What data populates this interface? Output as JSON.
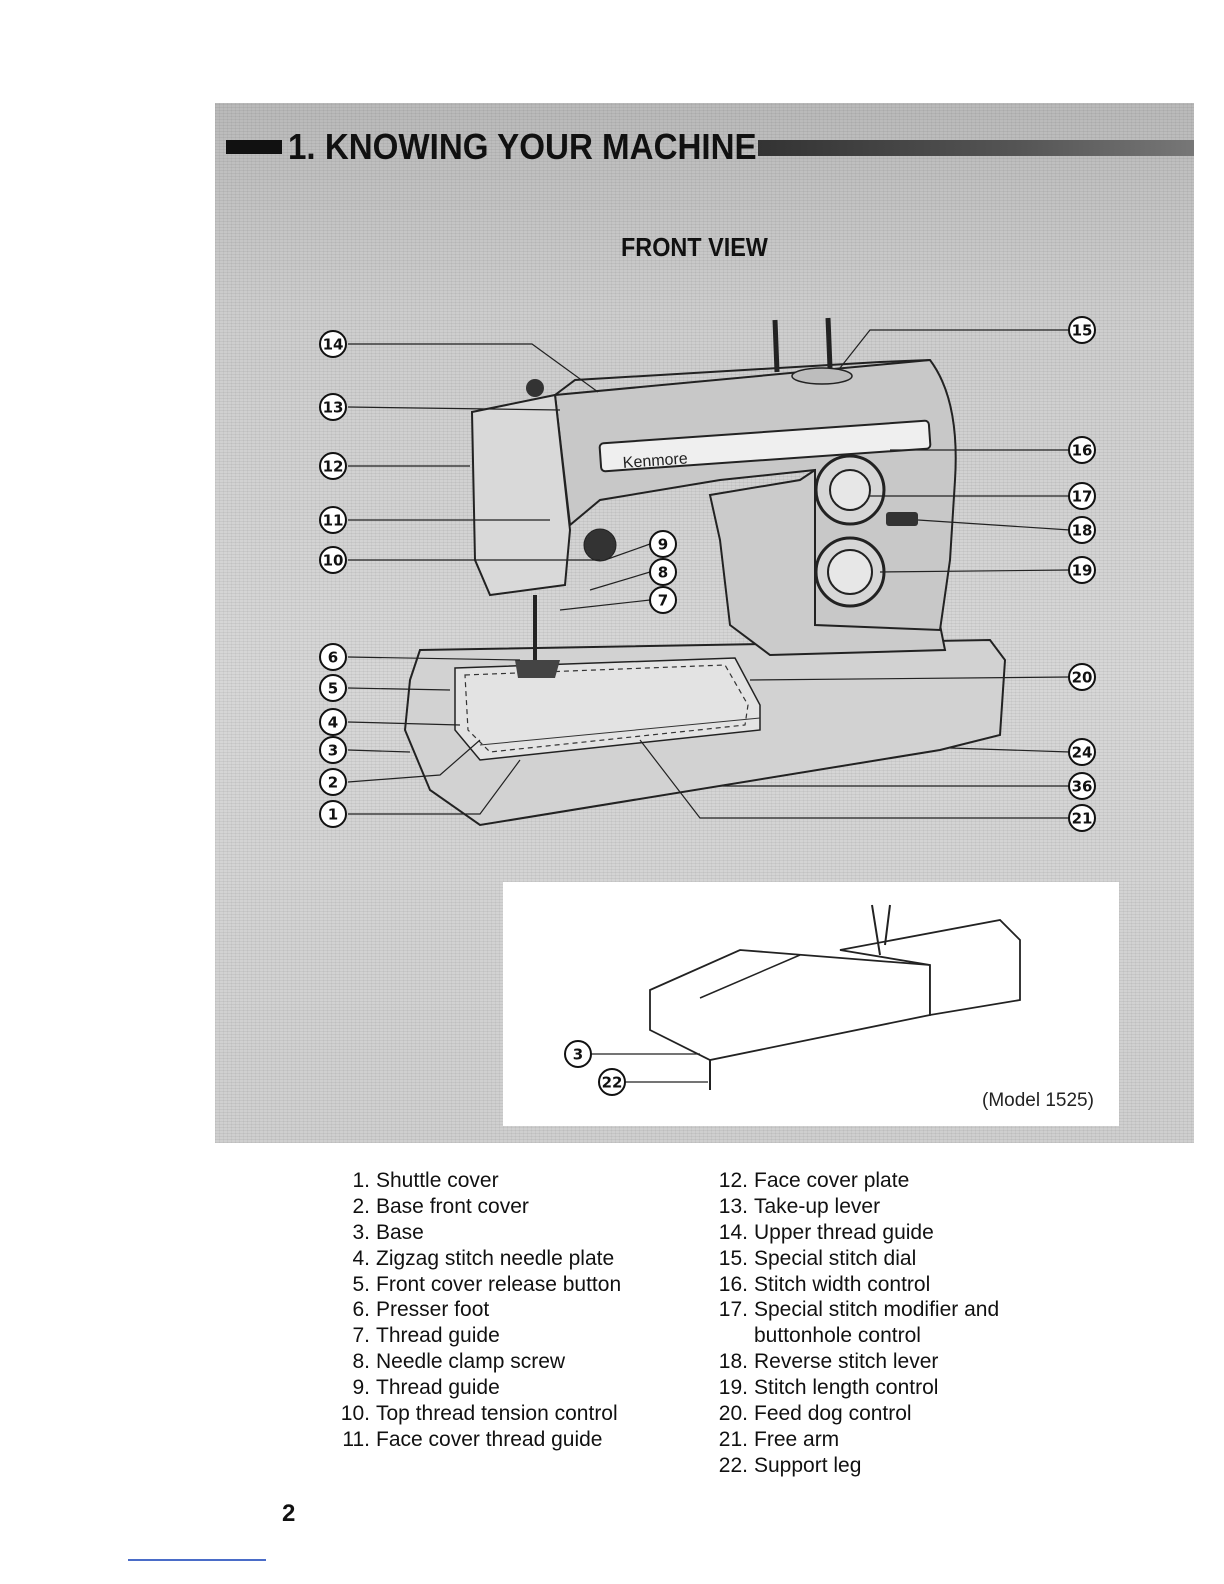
{
  "page_title": "1. KNOWING YOUR MACHINE",
  "section_title": "FRONT VIEW",
  "brand_label": "Kenmore",
  "model_note": "(Model 1525)",
  "callouts": [
    "14",
    "13",
    "12",
    "11",
    "10",
    "9",
    "8",
    "7",
    "6",
    "5",
    "4",
    "3",
    "2",
    "1",
    "15",
    "16",
    "17",
    "18",
    "19",
    "20",
    "24",
    "36",
    "21",
    "3",
    "22"
  ],
  "parts_left": [
    {
      "num": "1.",
      "label": "Shuttle cover"
    },
    {
      "num": "2.",
      "label": "Base front cover"
    },
    {
      "num": "3.",
      "label": "Base"
    },
    {
      "num": "4.",
      "label": "Zigzag stitch needle plate"
    },
    {
      "num": "5.",
      "label": "Front cover release button"
    },
    {
      "num": "6.",
      "label": "Presser foot"
    },
    {
      "num": "7.",
      "label": "Thread guide"
    },
    {
      "num": "8.",
      "label": "Needle clamp screw"
    },
    {
      "num": "9.",
      "label": "Thread guide"
    },
    {
      "num": "10.",
      "label": "Top thread tension control"
    },
    {
      "num": "11.",
      "label": "Face cover thread guide"
    }
  ],
  "parts_right": [
    {
      "num": "12.",
      "label": "Face cover plate"
    },
    {
      "num": "13.",
      "label": "Take-up lever"
    },
    {
      "num": "14.",
      "label": "Upper thread guide"
    },
    {
      "num": "15.",
      "label": "Special stitch dial"
    },
    {
      "num": "16.",
      "label": "Stitch width control"
    },
    {
      "num": "17.",
      "label": "Special stitch modifier and",
      "label2": "buttonhole control"
    },
    {
      "num": "18.",
      "label": "Reverse stitch lever"
    },
    {
      "num": "19.",
      "label": "Stitch length control"
    },
    {
      "num": "20.",
      "label": "Feed dog control"
    },
    {
      "num": "21.",
      "label": "Free arm"
    },
    {
      "num": "22.",
      "label": "Support leg"
    }
  ],
  "page_number": "2"
}
